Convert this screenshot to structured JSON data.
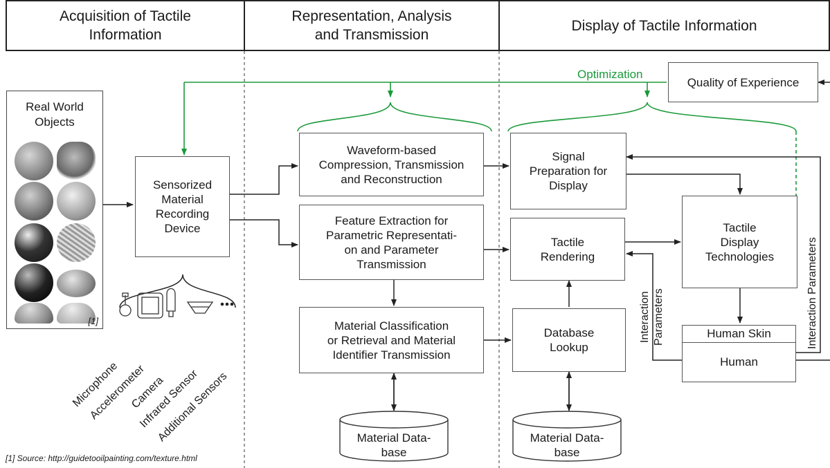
{
  "headers": {
    "acquisition": "Acquisition of Tactile\nInformation",
    "representation": "Representation, Analysis\nand Transmission",
    "display": "Display of Tactile Information"
  },
  "real_world": {
    "title": "Real World\nObjects",
    "ref": "[1]"
  },
  "boxes": {
    "sensorized": "Sensorized\nMaterial\nRecording\nDevice",
    "waveform": "Waveform-based\nCompression, Transmission\nand Reconstruction",
    "feature": "Feature Extraction for\nParametric Representati-\non and Parameter\nTransmission",
    "classification": "Material Classification\nor Retrieval and Material\nIdentifier Transmission",
    "db1": "Material Data-\nbase",
    "signal": "Signal\nPreparation for\nDisplay",
    "rendering": "Tactile\nRendering",
    "lookup": "Database\nLookup",
    "db2": "Material Data-\nbase",
    "tech": "Tactile\nDisplay\nTechnologies",
    "skin": "Human Skin",
    "human": "Human",
    "qoe": "Quality of Experience"
  },
  "optimization": "Optimization",
  "sensors": [
    "Microphone",
    "Accelerometer",
    "Camera",
    "Infrared Sensor",
    "Additional Sensors"
  ],
  "sensors_more": "•••",
  "interaction_left": "Interaction\nParameters",
  "interaction_right": "Interaction Parameters",
  "source": "[1] Source: http://guidetooilpainting.com/texture.html",
  "colors": {
    "optimization": "#1a9a3a",
    "line": "#222222"
  }
}
